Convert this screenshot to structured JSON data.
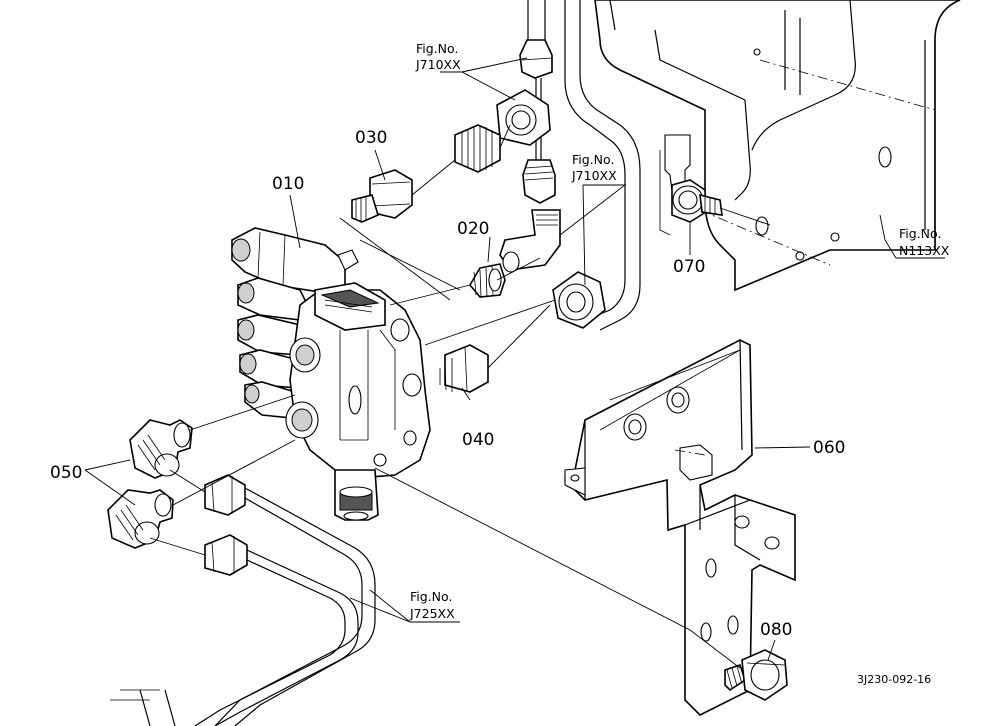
{
  "parts": {
    "p010": "010",
    "p020": "020",
    "p030": "030",
    "p040": "040",
    "p050": "050",
    "p060": "060",
    "p070": "070",
    "p080": "080"
  },
  "figrefs": {
    "top": {
      "title": "Fig.No.",
      "code": "J710XX"
    },
    "mid": {
      "title": "Fig.No.",
      "code": "J710XX"
    },
    "right": {
      "title": "Fig.No.",
      "code": "N113XX"
    },
    "bottom": {
      "title": "Fig.No.",
      "code": "J725XX"
    }
  },
  "drawing_code": "3J230-092-16"
}
